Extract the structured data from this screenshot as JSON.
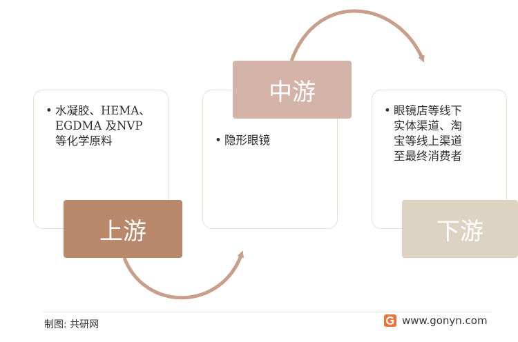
{
  "upstream": {
    "label": "上游",
    "bullet": "水凝胶、HEMA、\nEGDMA 及NVP\n等化学原料"
  },
  "midstream": {
    "label": "中游",
    "bullet": "隐形眼镜"
  },
  "downstream": {
    "label": "下游",
    "bullet": "眼镜店等线下\n实体渠道、淘\n宝等线上渠道\n至最终消费者"
  },
  "footer": {
    "source": "制图: 共研网",
    "url": "www.gonyn.com"
  },
  "colors": {
    "upstream_label": "#b9876a",
    "midstream_label": "#d4b3a8",
    "downstream_label": "#ddd3c3",
    "arrow": "#c79f8a"
  }
}
